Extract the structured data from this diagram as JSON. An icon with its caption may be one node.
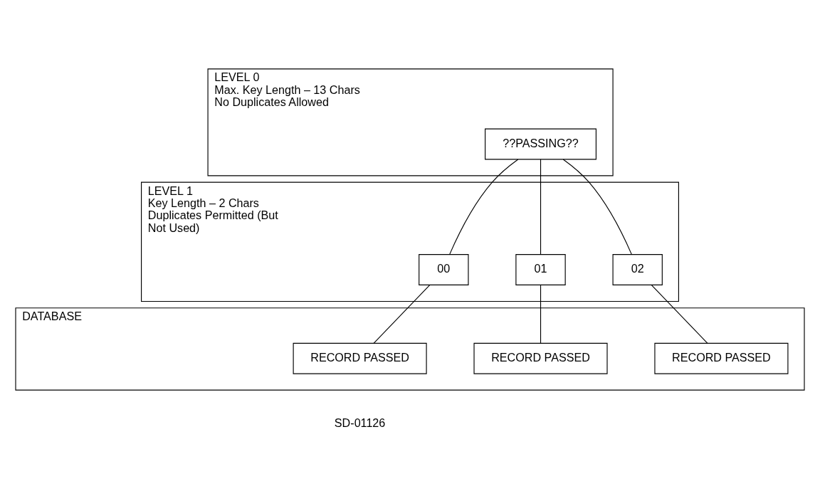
{
  "diagram": {
    "nodes": [
      {
        "text": [
          "LEVEL 0",
          "Max. Key Length – 13 Chars No Duplicates Allowed"
        ]
      },
      {
        "text": [
          "??PASSING??"
        ],
        "in": 0
      },
      {
        "text": [
          "LEVEL 1",
          "Key Length – 2 Chars Duplicates Permitted (But Not Used)"
        ]
      },
      {
        "text": [
          "00"
        ],
        "in": 2
      },
      {
        "text": [
          "01"
        ],
        "in": 2
      },
      {
        "text": [
          "02"
        ],
        "in": 2
      },
      {
        "text": [
          "DATABASE"
        ]
      },
      {
        "text": [
          "RECORD PASSED"
        ],
        "in": 6
      },
      {
        "text": [
          "RECORD PASSED"
        ],
        "in": 6
      },
      {
        "text": [
          "RECORD PASSED"
        ],
        "in": 6
      }
    ],
    "edges": [
      {
        "from": 1,
        "to": 3,
        "arrow": "none"
      },
      {
        "from": 1,
        "to": 4,
        "arrow": "none"
      },
      {
        "from": 1,
        "to": 5,
        "arrow": "none"
      },
      {
        "from": 3,
        "to": 7,
        "arrow": "none"
      },
      {
        "from": 4,
        "to": 8,
        "arrow": "none"
      },
      {
        "from": 5,
        "to": 9,
        "arrow": "none"
      }
    ],
    "labels": [
      "SD-01126"
    ]
  }
}
